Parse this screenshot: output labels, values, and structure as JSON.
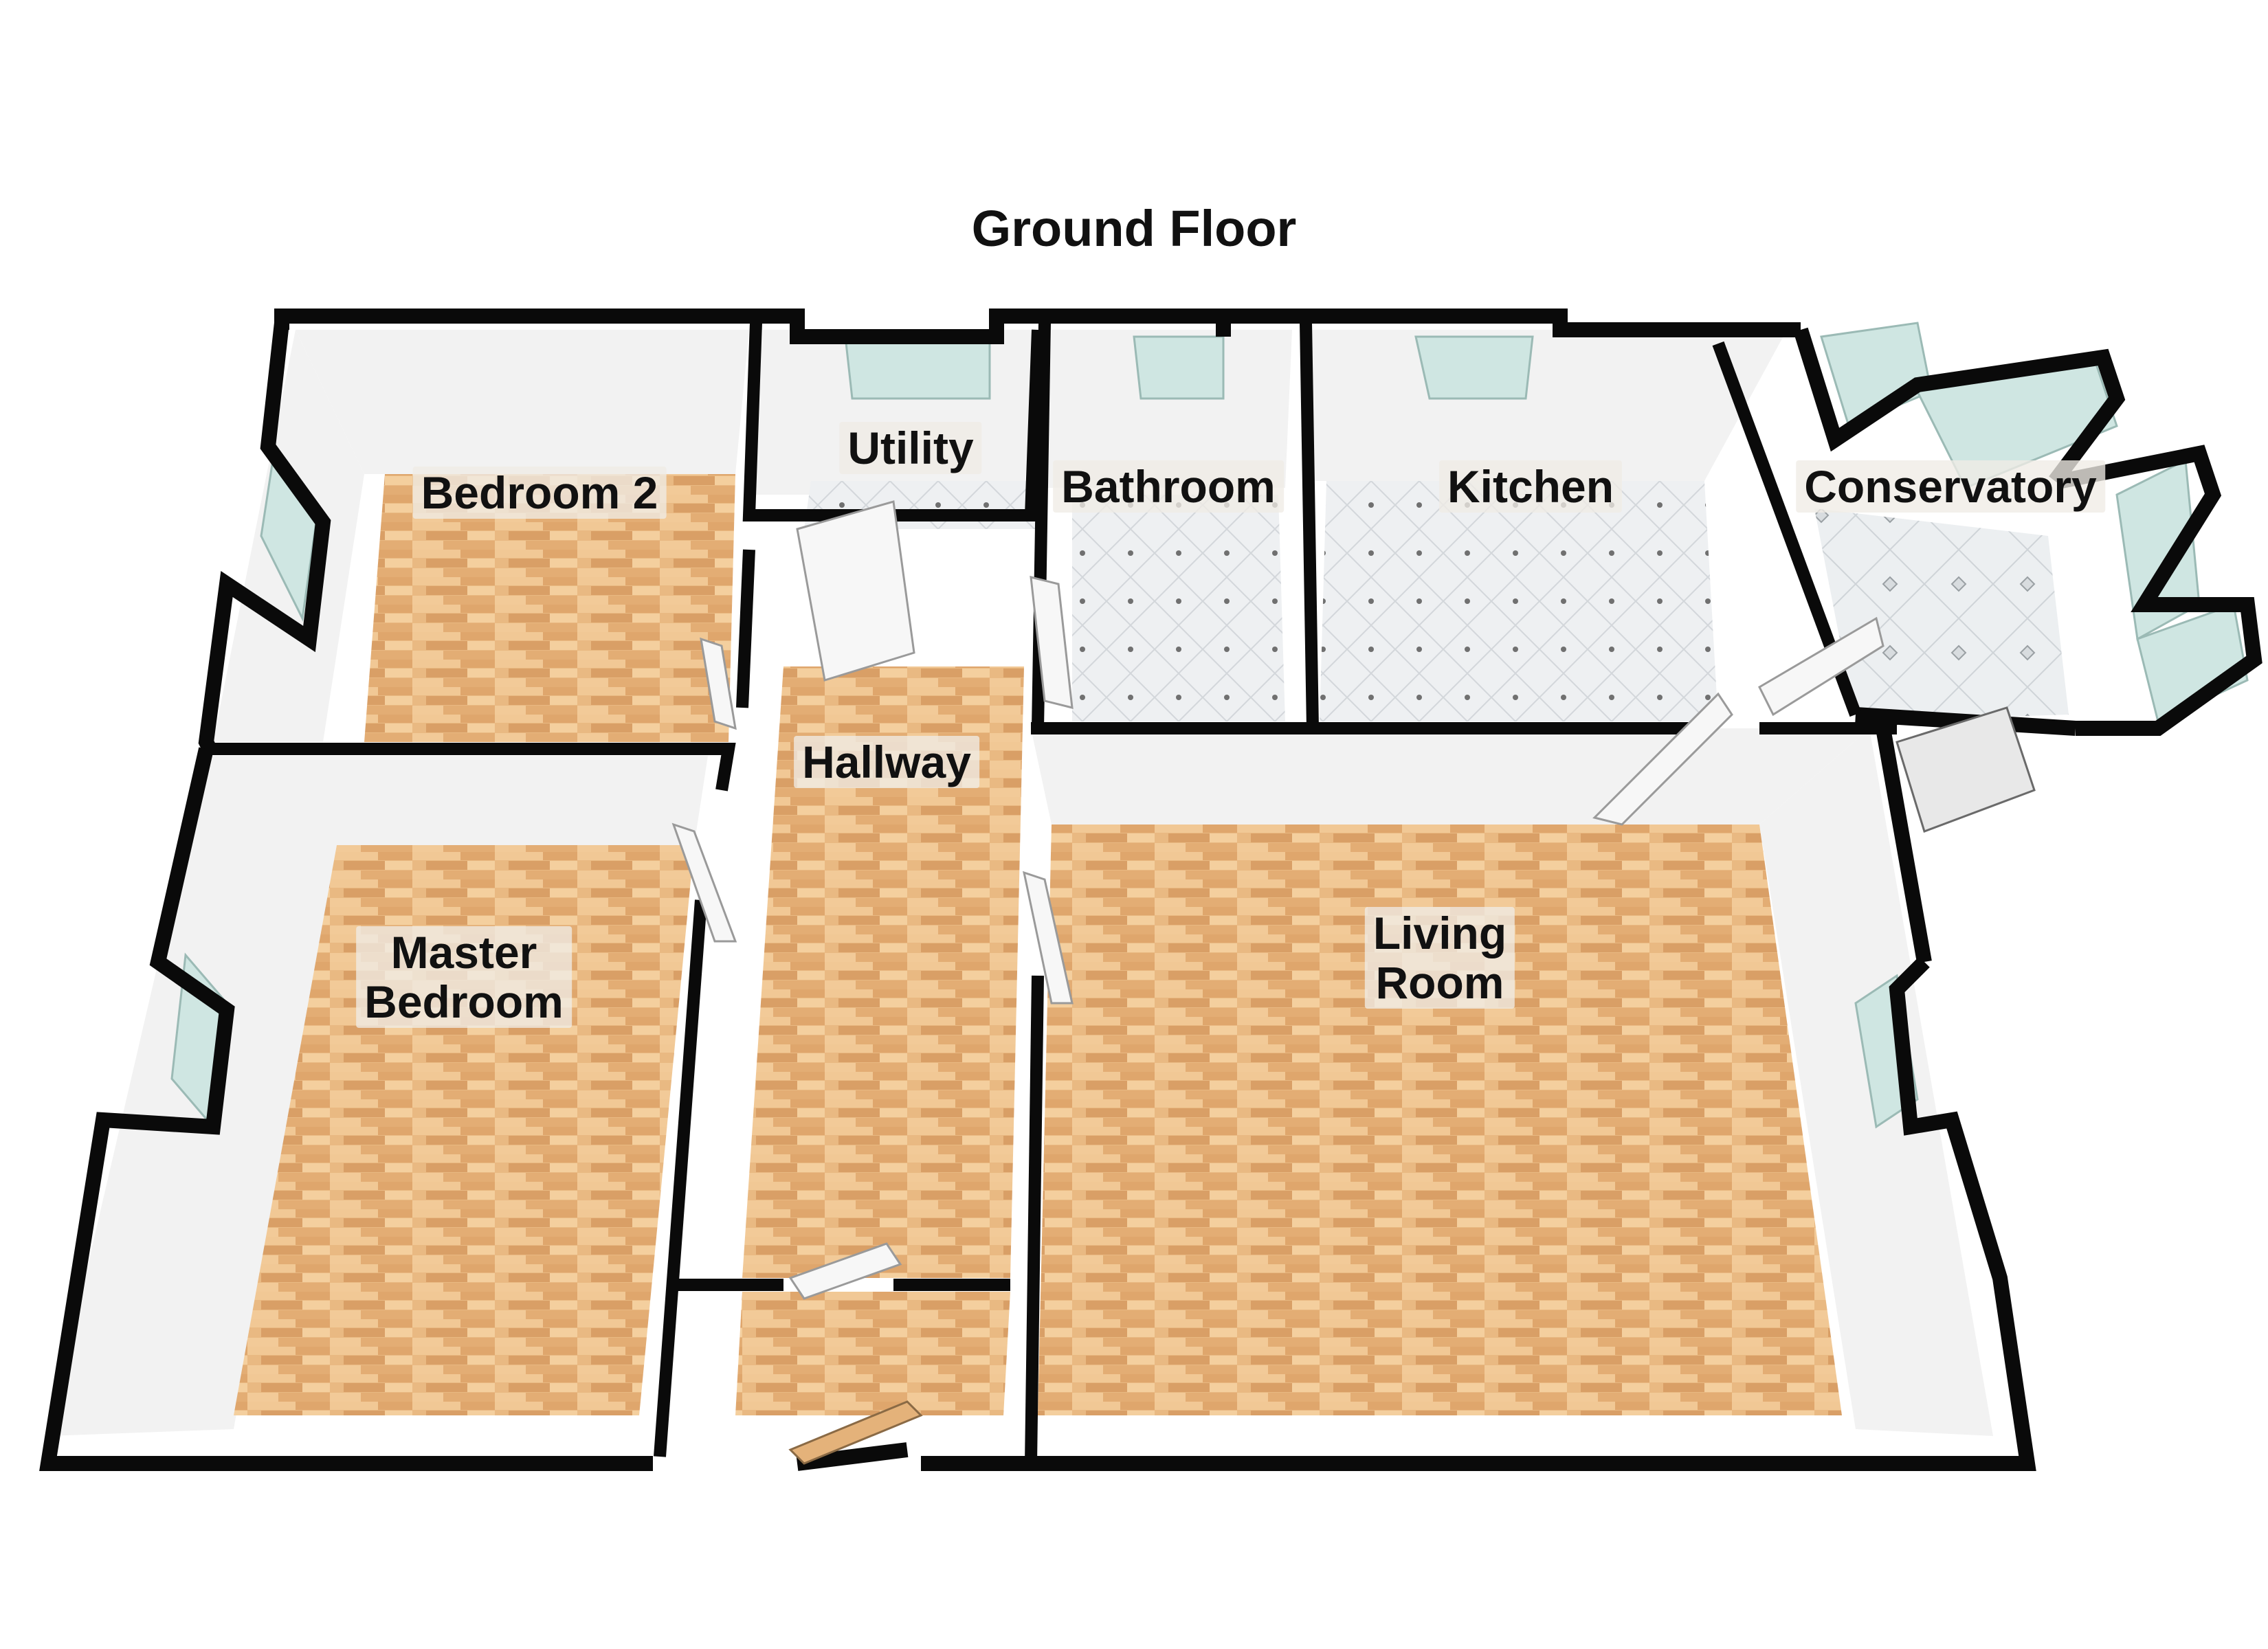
{
  "title": "Ground Floor",
  "rooms": {
    "bedroom2": {
      "label": "Bedroom 2"
    },
    "utility": {
      "label": "Utility"
    },
    "bathroom": {
      "label": "Bathroom"
    },
    "kitchen": {
      "label": "Kitchen"
    },
    "conservatory": {
      "label": "Conservatory"
    },
    "hallway": {
      "label": "Hallway"
    },
    "master_bedroom": {
      "line1": "Master",
      "line2": "Bedroom"
    },
    "living_room": {
      "line1": "Living",
      "line2": "Room"
    }
  },
  "colors": {
    "wall": "#0a0a0a",
    "wood_floor": "#e7b57e",
    "tile_floor": "#eceef0",
    "inner_wall": "#f3f3f3",
    "window_glass": "#cfe6e2"
  }
}
